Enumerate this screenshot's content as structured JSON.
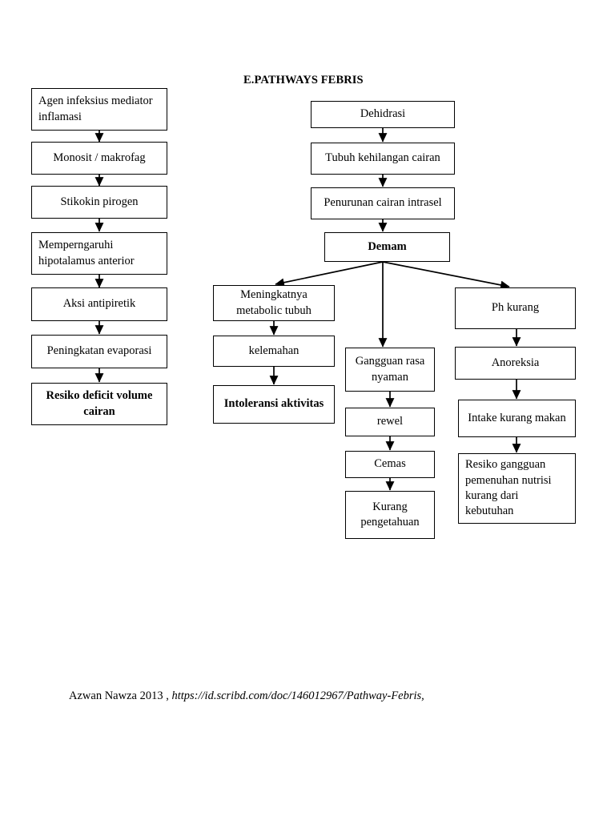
{
  "document": {
    "title": "E.PATHWAYS FEBRIS",
    "background_color": "#ffffff",
    "line_color": "#000000"
  },
  "footnote": {
    "author_year": "Azwan Nawza 2013 , ",
    "url": "https://id.scribd.com/doc/146012967/Pathway-Febris,"
  },
  "flowchart": {
    "columns": {
      "left_chain": [
        {
          "id": "agen-infeksius",
          "label": "Agen infeksius mediator inflamasi",
          "align": "left",
          "bold": false
        },
        {
          "id": "monosit-makrofag",
          "label": "Monosit / makrofag",
          "align": "center",
          "bold": false
        },
        {
          "id": "stikokin-pirogen",
          "label": "Stikokin pirogen",
          "align": "center",
          "bold": false
        },
        {
          "id": "memperngaruhi-hipotalamus",
          "label": "Memperngaruhi hipotalamus anterior",
          "align": "left",
          "bold": false
        },
        {
          "id": "aksi-antipiretik",
          "label": "Aksi antipiretik",
          "align": "center",
          "bold": false
        },
        {
          "id": "peningkatan-evaporasi",
          "label": "Peningkatan evaporasi",
          "align": "center",
          "bold": false
        },
        {
          "id": "resiko-deficit-volume-cairan",
          "label": "Resiko deficit volume cairan",
          "align": "center",
          "bold": true
        }
      ],
      "center_top_chain": [
        {
          "id": "dehidrasi",
          "label": "Dehidrasi",
          "align": "center",
          "bold": false
        },
        {
          "id": "tubuh-kehilangan-cairan",
          "label": "Tubuh kehilangan cairan",
          "align": "center",
          "bold": false
        },
        {
          "id": "penurunan-cairan-intrasel",
          "label": "Penurunan cairan intrasel",
          "align": "center",
          "bold": false
        },
        {
          "id": "demam",
          "label": "Demam",
          "align": "center",
          "bold": true
        }
      ],
      "branch_left": [
        {
          "id": "meningkatnya-metabolic-tubuh",
          "label": "Meningkatnya metabolic tubuh",
          "align": "center",
          "bold": false
        },
        {
          "id": "kelemahan",
          "label": "kelemahan",
          "align": "center",
          "bold": false
        },
        {
          "id": "intoleransi-aktivitas",
          "label": "Intoleransi aktivitas",
          "align": "center",
          "bold": true
        }
      ],
      "branch_middle": [
        {
          "id": "gangguan-rasa-nyaman",
          "label": "Gangguan rasa nyaman",
          "align": "center",
          "bold": false
        },
        {
          "id": "rewel",
          "label": "rewel",
          "align": "center",
          "bold": false
        },
        {
          "id": "cemas",
          "label": "Cemas",
          "align": "center",
          "bold": false
        },
        {
          "id": "kurang-pengetahuan",
          "label": "Kurang pengetahuan",
          "align": "center",
          "bold": false
        }
      ],
      "branch_right": [
        {
          "id": "ph-kurang",
          "label": "Ph kurang",
          "align": "center",
          "bold": false
        },
        {
          "id": "anoreksia",
          "label": "Anoreksia",
          "align": "center",
          "bold": false
        },
        {
          "id": "intake-kurang-makan",
          "label": "Intake kurang makan",
          "align": "center",
          "bold": false
        },
        {
          "id": "resiko-gangguan-nutrisi",
          "label": "Resiko gangguan pemenuhan nutrisi kurang dari kebutuhan",
          "align": "left",
          "bold": false
        }
      ]
    }
  }
}
